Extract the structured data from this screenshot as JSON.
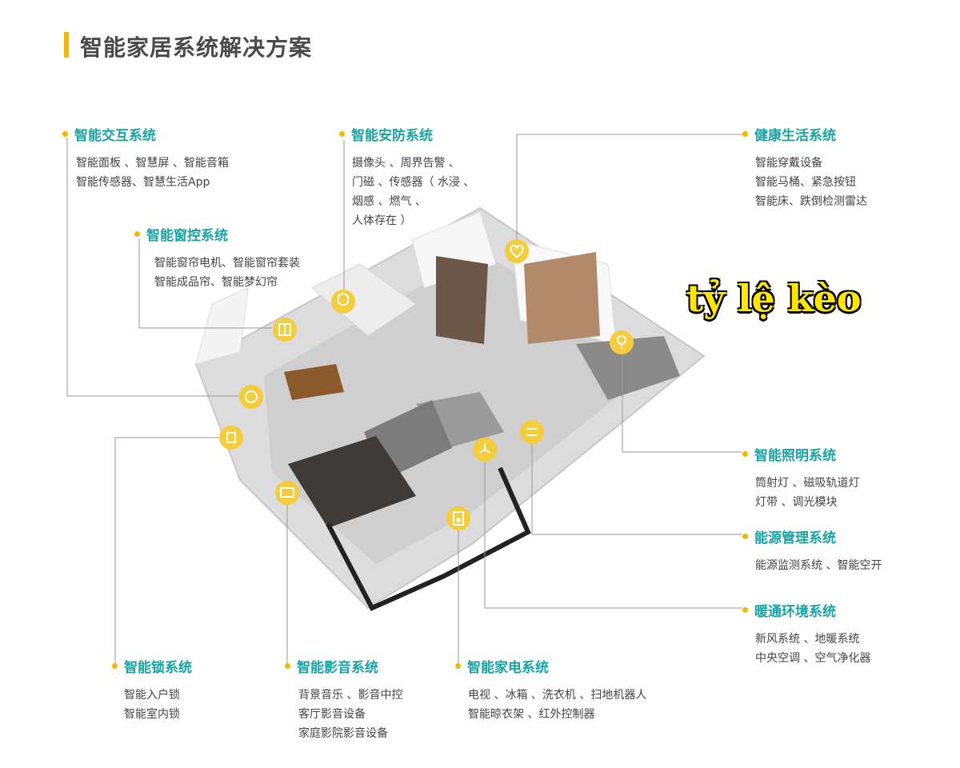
{
  "title": "智能家居系统解决方案",
  "watermark": "tỷ lệ kèo",
  "colors": {
    "accent": "#f2b705",
    "heading": "#1aa3a3",
    "text": "#444444"
  },
  "systems": {
    "interaction": {
      "name": "智能交互系统",
      "items": [
        "智能面板 、智慧屏 、智能音箱",
        "智能传感器、智慧生活App"
      ],
      "icon": "loop-icon"
    },
    "curtain": {
      "name": "智能窗控系统",
      "items": [
        "智能窗帘电机、智能窗帘套装",
        "智能成品帘、智能梦幻帘"
      ],
      "icon": "window-icon"
    },
    "security": {
      "name": "智能安防系统",
      "items": [
        "摄像头 、周界告警 、",
        "门磁 、传感器（ 水浸 、",
        "烟感 、燃气 、",
        "人体存在 ）"
      ],
      "icon": "shield-icon"
    },
    "health": {
      "name": "健康生活系统",
      "items": [
        "智能穿戴设备",
        "智能马桶、紧急按钮",
        "智能床、跌倒检测雷达"
      ],
      "icon": "heart-icon"
    },
    "lighting": {
      "name": "智能照明系统",
      "items": [
        "筒射灯 、磁吸轨道灯",
        "灯带 、调光模块"
      ],
      "icon": "bulb-icon"
    },
    "energy": {
      "name": "能源管理系统",
      "items": [
        "能源监测系统 、智能空开"
      ],
      "icon": "switch-icon"
    },
    "hvac": {
      "name": "暖通环境系统",
      "items": [
        "新风系统 、地暖系统",
        "中央空调 、空气净化器"
      ],
      "icon": "fan-icon"
    },
    "lock": {
      "name": "智能锁系统",
      "items": [
        "智能入户锁",
        "智能室内锁"
      ],
      "icon": "lock-icon"
    },
    "av": {
      "name": "智能影音系统",
      "items": [
        "背景音乐 、影音中控",
        "客厅影音设备",
        "家庭影院影音设备"
      ],
      "icon": "tv-icon"
    },
    "appliance": {
      "name": "智能家电系统",
      "items": [
        "电视 、冰箱 、洗衣机 、扫地机器人",
        "智能晾衣架 、红外控制器"
      ],
      "icon": "speaker-icon"
    }
  }
}
